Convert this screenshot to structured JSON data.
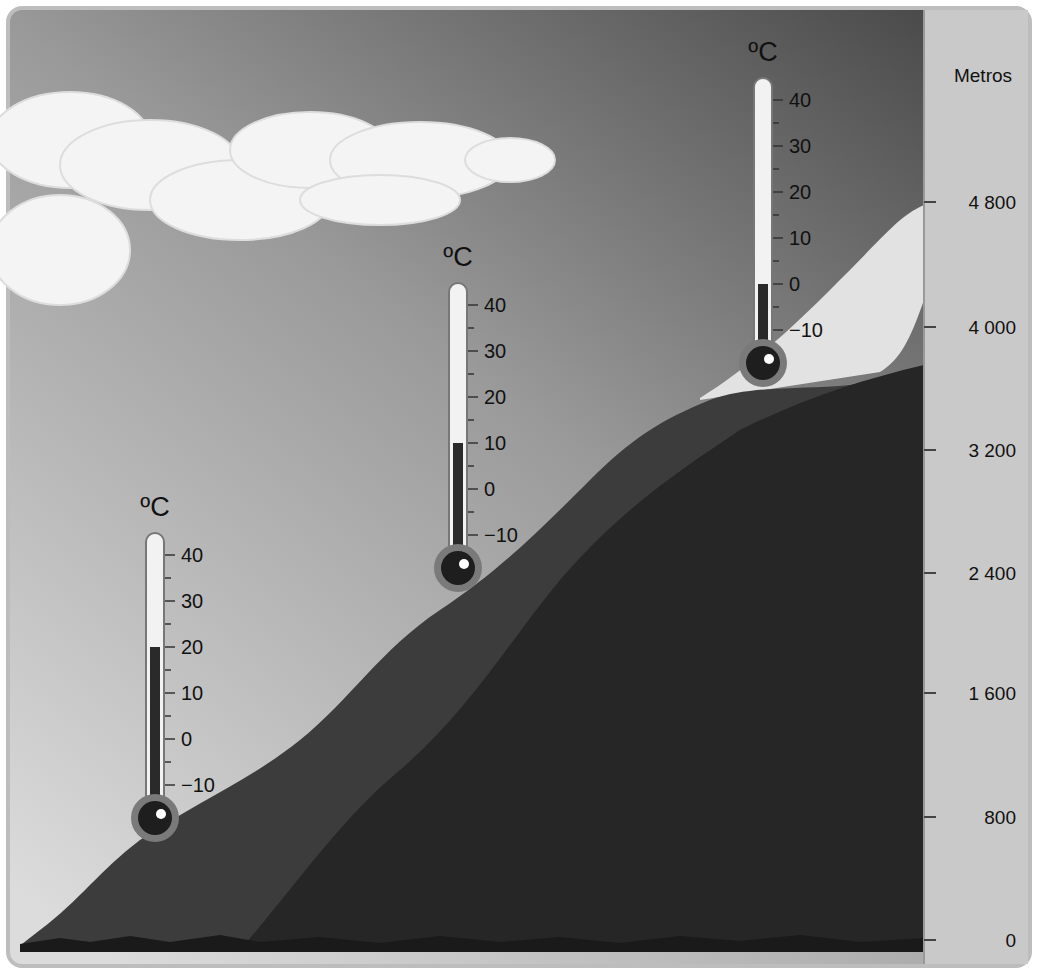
{
  "diagram": {
    "labels": [
      "ºC",
      "40",
      "30",
      "20",
      "10",
      "0",
      "−10",
      "ºC",
      "40",
      "30",
      "20",
      "10",
      "0",
      "−10",
      "ºC",
      "40",
      "30",
      "20",
      "10",
      "0",
      "−10",
      "Metros",
      "4 800",
      "4 000",
      "3 200",
      "2 400",
      "1 600",
      "800",
      "0"
    ]
  }
}
